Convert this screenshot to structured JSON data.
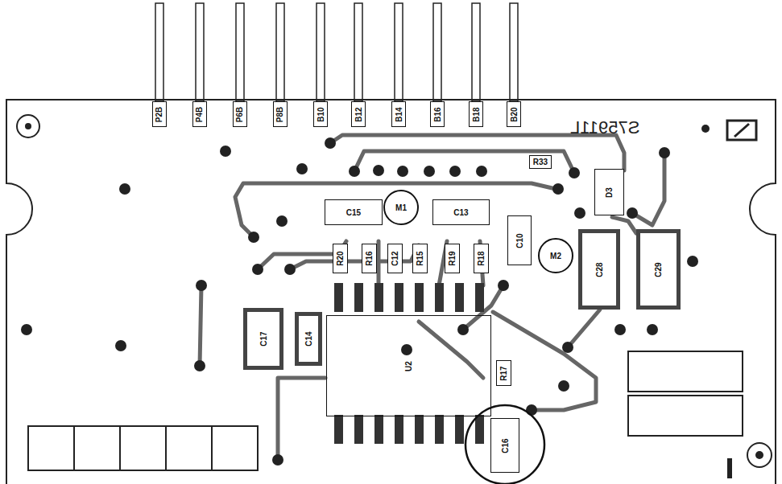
{
  "diagram": {
    "nodes": [
      {
        "text": [
          "P2B"
        ]
      },
      {
        "text": [
          "P4B"
        ]
      },
      {
        "text": [
          "P6B"
        ]
      },
      {
        "text": [
          "P8B"
        ]
      },
      {
        "text": [
          "B10"
        ]
      },
      {
        "text": [
          "B12"
        ]
      },
      {
        "text": [
          "B14"
        ]
      },
      {
        "text": [
          "B16"
        ]
      },
      {
        "text": [
          "B18"
        ]
      },
      {
        "text": [
          "B20"
        ]
      },
      {
        "text": [
          "R33"
        ]
      },
      {
        "text": [
          "D3"
        ]
      },
      {
        "text": [
          "C15"
        ]
      },
      {
        "text": [
          "M1"
        ]
      },
      {
        "text": [
          "C13"
        ]
      },
      {
        "text": [
          "C10"
        ]
      },
      {
        "text": [
          "M2"
        ]
      },
      {
        "text": [
          "C28"
        ]
      },
      {
        "text": [
          "C29"
        ]
      },
      {
        "text": [
          "R20"
        ]
      },
      {
        "text": [
          "R16"
        ]
      },
      {
        "text": [
          "C12"
        ]
      },
      {
        "text": [
          "R15"
        ]
      },
      {
        "text": [
          "R19"
        ]
      },
      {
        "text": [
          "R18"
        ]
      },
      {
        "text": [
          "C17"
        ]
      },
      {
        "text": [
          "C14"
        ]
      },
      {
        "text": [
          "U2"
        ]
      },
      {
        "text": [
          "R17"
        ]
      },
      {
        "text": [
          "C16"
        ]
      }
    ],
    "labels": [
      "S75911L"
    ]
  }
}
